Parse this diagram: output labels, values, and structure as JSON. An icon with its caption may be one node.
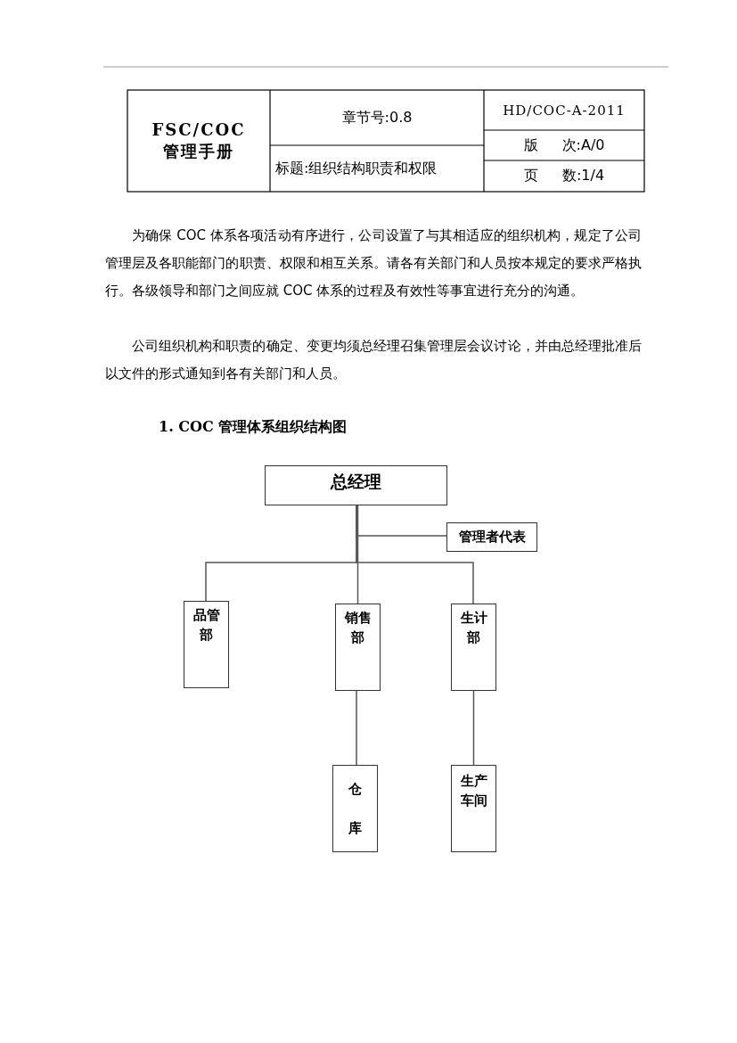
{
  "diagram": {
    "title": "1. COC 管理体系组织结构图",
    "nodes": [
      {
        "text": [
          "总经理"
        ]
      },
      {
        "text": [
          "管理者代表"
        ]
      },
      {
        "text": [
          "品管部"
        ]
      },
      {
        "text": [
          "销售部"
        ]
      },
      {
        "text": [
          "生计部"
        ]
      },
      {
        "text": [
          "仓库"
        ]
      },
      {
        "text": [
          "生产车间"
        ]
      }
    ],
    "edges": [
      {
        "from": 0,
        "to": 1,
        "arrow": "none"
      },
      {
        "from": 0,
        "to": 2,
        "arrow": "none"
      },
      {
        "from": 0,
        "to": 3,
        "arrow": "none"
      },
      {
        "from": 0,
        "to": 4,
        "arrow": "none"
      },
      {
        "from": 3,
        "to": 5,
        "arrow": "none"
      },
      {
        "from": 4,
        "to": 6,
        "arrow": "none"
      }
    ],
    "labels": [
      "FSC/COC 管理手册",
      "章节号:0.8",
      "HD/COC-A-2011",
      "版 次:A/0",
      "标题:组织结构职责和权限",
      "页 数:1/4",
      "为确保 COC 体系各项活动有序进行，公司设置了与其相适应的组织机构，规定了公司管理层及各职能部门的职责、权限和相互关系。请各有关部门和人员按本规定的要求严格执行。各级领导和部门之间应就 COC 体系的过程及有效性等事宜进行充分的沟通。",
      "公司组织机构和职责的确定、变更均须总经理召集管理层会议讨论，并由总经理批准后以文件的形式通知到各有关部门和人员。"
    ]
  }
}
